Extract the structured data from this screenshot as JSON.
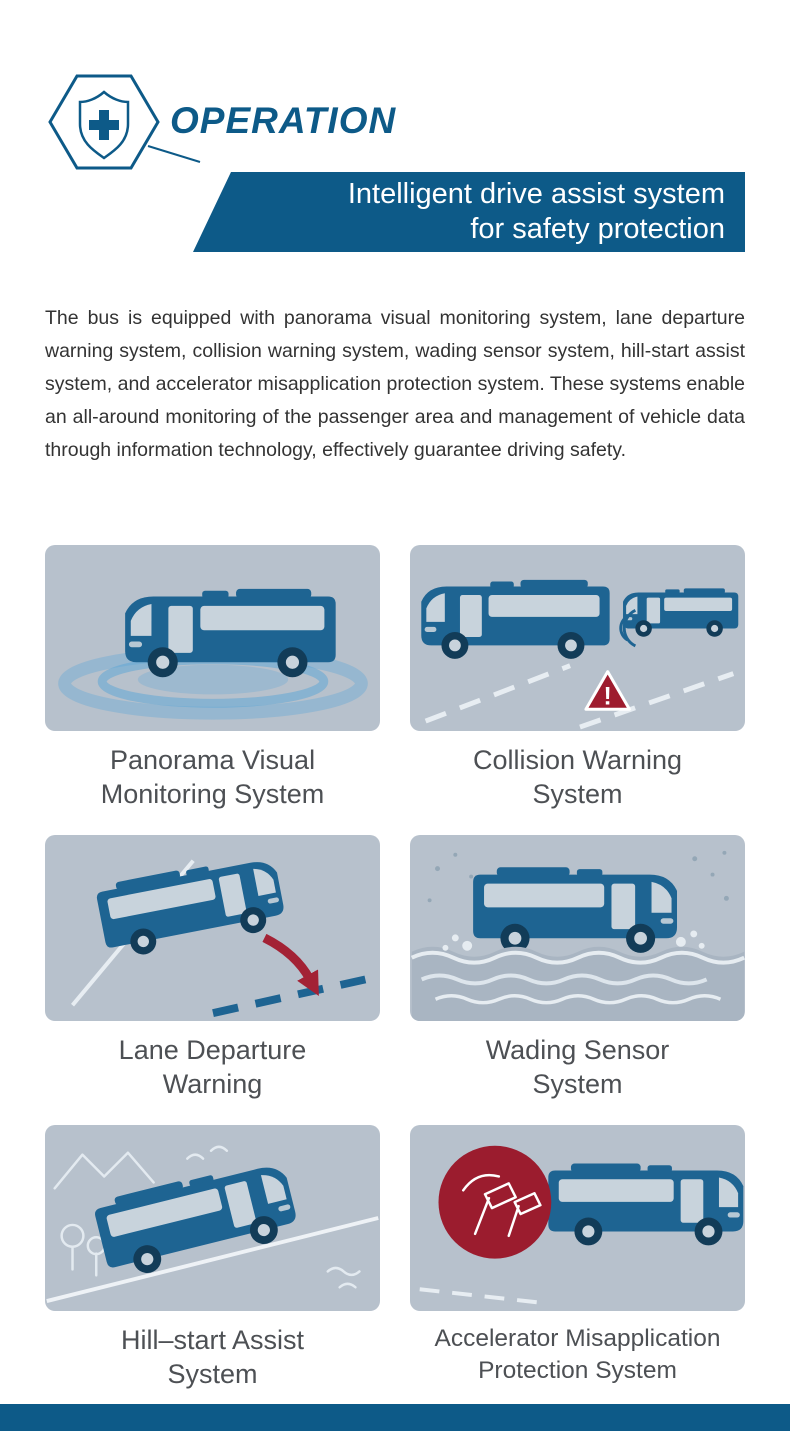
{
  "header": {
    "title": "OPERATION",
    "icon": "shield-cross-hexagon-icon",
    "banner": {
      "line1": "Intelligent drive assist system",
      "line2": "for safety protection"
    }
  },
  "intro": "The bus is equipped with panorama visual monitoring system, lane departure warning system, collision warning system, wading sensor system, hill-start assist system, and accelerator misapplication protection system. These systems enable an all-around monitoring of the passenger area and management of vehicle data through information technology, effectively guarantee driving safety.",
  "features": [
    {
      "icon": "panorama-monitoring-illustration",
      "caption_line1": "Panorama Visual",
      "caption_line2": "Monitoring System"
    },
    {
      "icon": "collision-warning-illustration",
      "caption_line1": "Collision Warning",
      "caption_line2": "System"
    },
    {
      "icon": "lane-departure-illustration",
      "caption_line1": "Lane Departure",
      "caption_line2": "Warning"
    },
    {
      "icon": "wading-sensor-illustration",
      "caption_line1": "Wading Sensor",
      "caption_line2": "System"
    },
    {
      "icon": "hill-start-assist-illustration",
      "caption_line1": "Hill–start Assist",
      "caption_line2": "System"
    },
    {
      "icon": "accelerator-protection-illustration",
      "caption_line1": "Accelerator Misapplication",
      "caption_line2": "Protection System"
    }
  ],
  "colors": {
    "brand_blue": "#0d5a88",
    "card_background": "#b7c1cc",
    "bus_blue": "#1e6492",
    "warning_red": "#9e1c2e",
    "panorama_ring_blue": "#5aa5d6"
  }
}
